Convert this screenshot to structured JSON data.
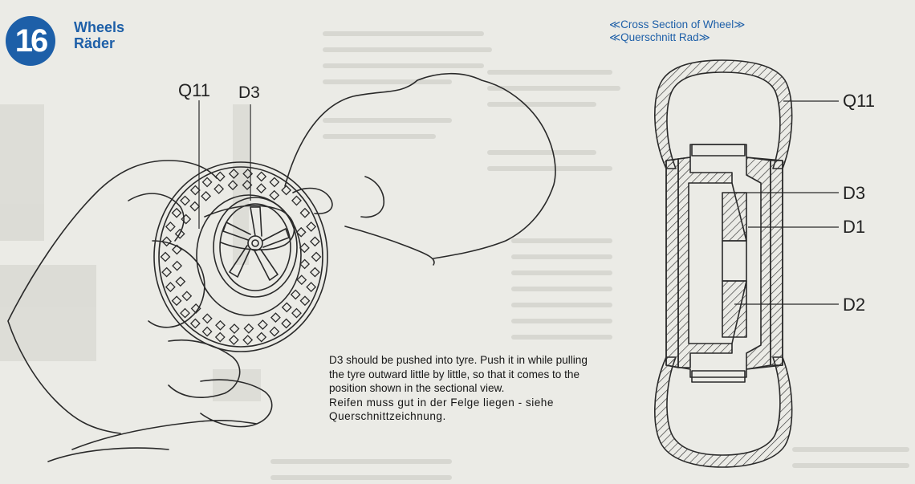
{
  "step": {
    "number": "16",
    "title_en": "Wheels",
    "title_de": "Räder"
  },
  "section": {
    "heading_en": "≪Cross Section of Wheel≫",
    "heading_de": "≪Querschnitt Rad≫"
  },
  "left_labels": {
    "tyre": "Q11",
    "wheel": "D3"
  },
  "cross_section_labels": {
    "tyre": "Q11",
    "wheel_outer": "D3",
    "hub": "D1",
    "wheel_inner": "D2"
  },
  "note": {
    "en": "D3 should be pushed into tyre. Push it in while pulling the tyre outward little by little, so that it comes to the position shown in the sectional view.",
    "de": "Reifen muss gut in der Felge liegen - siehe Querschnittzeichnung."
  },
  "colors": {
    "accent": "#1d5fa8",
    "paper": "#ebebe6",
    "ink": "#1c1c1c"
  }
}
